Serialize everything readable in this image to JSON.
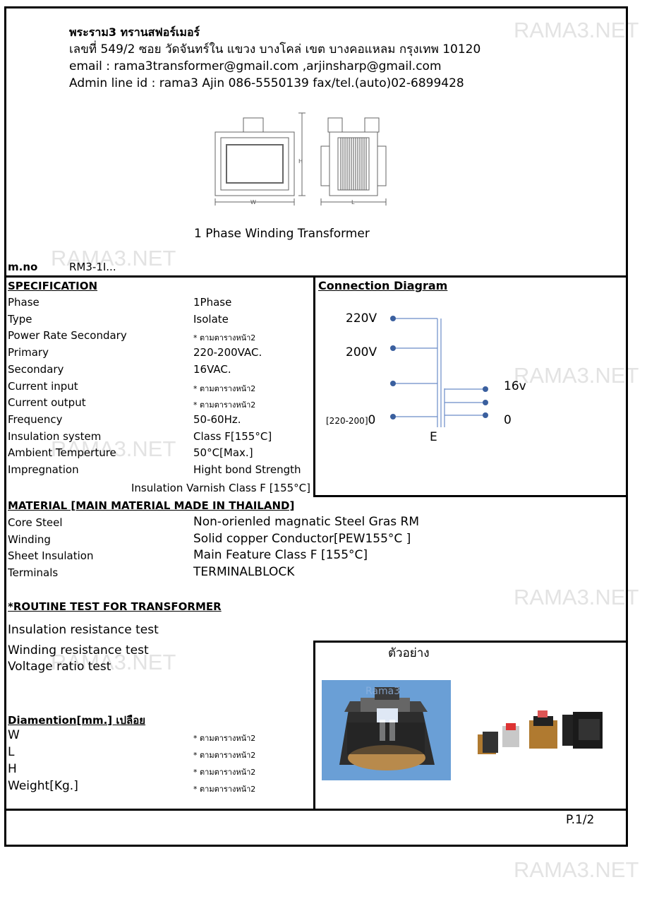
{
  "watermark": "RAMA3.NET",
  "header": {
    "company": "พระราม3 ทรานสฟอร์เมอร์",
    "address": "เลขที่ 549/2 ซอย วัดจันทร์ใน แขวง บางโคล่ เขต บางคอแหลม กรุงเทพ 10120",
    "email": "email : rama3transformer@gmail.com ,arjinsharp@gmail.com",
    "contact": "Admin line id : rama3   Ajin 086-5550139  fax/tel.(auto)02-6899428"
  },
  "drawing": {
    "caption": "1 Phase Winding Transformer",
    "dim_w": "W",
    "dim_h": "H",
    "dim_l": "L"
  },
  "model": {
    "label": "m.no",
    "value": "RM3-1I..."
  },
  "specification": {
    "title": "SPECIFICATION",
    "rows": [
      {
        "label": "Phase",
        "value": "1Phase"
      },
      {
        "label": "Type",
        "value": "Isolate"
      },
      {
        "label": "Power Rate Secondary",
        "value": "* ตามตารางหน้า2"
      },
      {
        "label": "Primary",
        "value": "220-200VAC."
      },
      {
        "label": "Secondary",
        "value": "16VAC."
      },
      {
        "label": "Current input",
        "value": "* ตามตารางหน้า2"
      },
      {
        "label": "Current output",
        "value": "* ตามตารางหน้า2"
      },
      {
        "label": "Frequency",
        "value": "50-60Hz."
      },
      {
        "label": "Insulation system",
        "value": "Class F[155°C]"
      },
      {
        "label": "Ambient Temperture",
        "value": "50°C[Max.]"
      },
      {
        "label": "Impregnation",
        "value": "Hight bond Strength"
      }
    ],
    "varnish": "Insulation Varnish Class F [155°C]"
  },
  "connection": {
    "title": "Connection Diagram",
    "left_labels": [
      "220V",
      "200V",
      "[220-200]",
      "0"
    ],
    "right_labels": [
      "16v",
      "0"
    ],
    "earth": "E",
    "dot_color": "#3a5f9e",
    "line_color": "#6a8cc8"
  },
  "material": {
    "title": "MATERIAL [MAIN MATERIAL MADE IN THAILAND]",
    "rows": [
      {
        "label": "Core Steel",
        "value": "Non-orienled magnatic Steel Gras RM"
      },
      {
        "label": "Winding",
        "value": "Solid copper Conductor[PEW155°C ]"
      },
      {
        "label": "Sheet Insulation",
        "value": "Main Feature  Class F [155°C]"
      },
      {
        "label": "Terminals",
        "value": "TERMINALBLOCK"
      }
    ]
  },
  "routine": {
    "title": "*ROUTINE TEST FOR TRANSFORMER",
    "tests": [
      "Insulation resistance test",
      "Winding resistance test",
      "Voltage ratio test"
    ]
  },
  "dimension": {
    "title": "Diamention[mm.]  เปลือย",
    "rows": [
      {
        "label": "W",
        "value": "* ตามตารางหน้า2"
      },
      {
        "label": "L",
        "value": "* ตามตารางหน้า2"
      },
      {
        "label": "H",
        "value": "* ตามตารางหน้า2"
      },
      {
        "label": "Weight[Kg.]",
        "value": "* ตามตารางหน้า2"
      }
    ]
  },
  "sample": {
    "title": "ตัวอย่าง",
    "photo_logo": "Rama3"
  },
  "footer": {
    "page": "P.1/2"
  }
}
